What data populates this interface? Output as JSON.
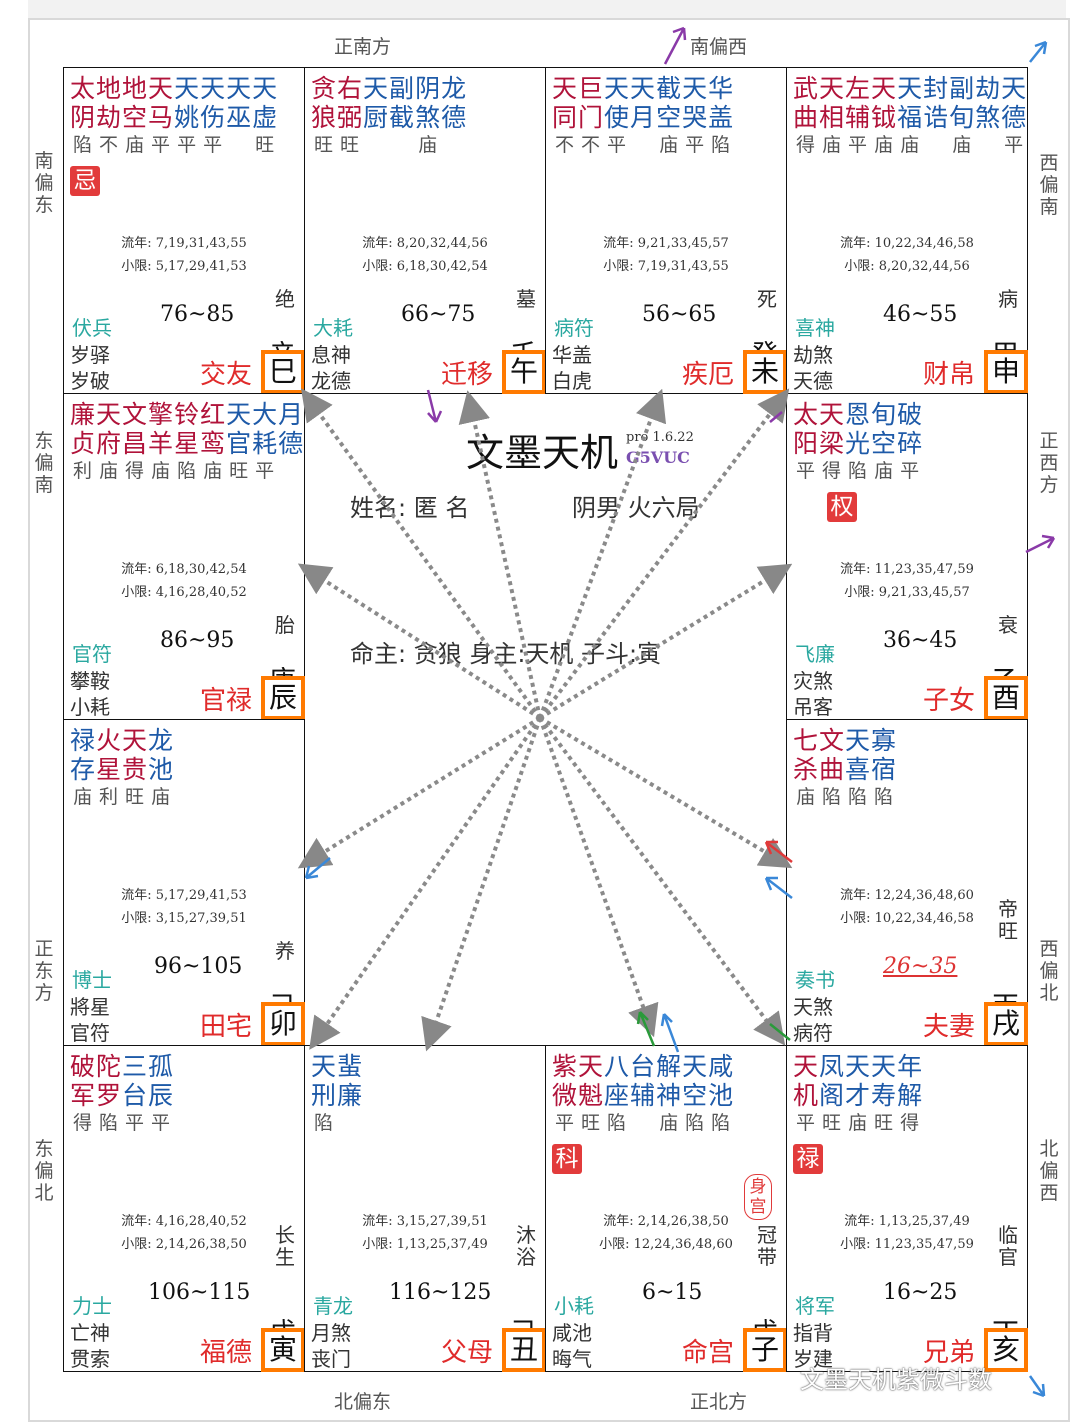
{
  "center": {
    "title": "文墨天机",
    "version": "pro 1.6.22",
    "code": "G5VUC",
    "name_line": "姓名: 匿 名",
    "gender_line": "阴男 火六局",
    "lord_line": "命主: 贪狼 身主:天机 子斗:寅"
  },
  "directions": {
    "top_left": "正南方",
    "top_right": "南偏西",
    "bottom_left": "北偏东",
    "bottom_right": "正北方",
    "left": [
      "南偏东",
      "东偏南",
      "正东方",
      "东偏北"
    ],
    "right": [
      "西偏南",
      "正西方",
      "西偏北",
      "北偏西"
    ]
  },
  "watermark": "文墨天机紫微斗数",
  "palaces": [
    {
      "id": "si",
      "stars": [
        {
          "n1": "太",
          "n2": "阴",
          "b": "陷",
          "c": "mag"
        },
        {
          "n1": "地",
          "n2": "劫",
          "b": "不",
          "c": "mag"
        },
        {
          "n1": "地",
          "n2": "空",
          "b": "庙",
          "c": "mag"
        },
        {
          "n1": "天",
          "n2": "马",
          "b": "平",
          "c": "mag"
        },
        {
          "n1": "天",
          "n2": "姚",
          "b": "平",
          "c": "blu"
        },
        {
          "n1": "天",
          "n2": "伤",
          "b": "平",
          "c": "blu"
        },
        {
          "n1": "天",
          "n2": "巫",
          "b": "",
          "c": "blu"
        },
        {
          "n1": "天",
          "n2": "虚",
          "b": "旺",
          "c": "blu"
        }
      ],
      "sihua": "忌",
      "liunian": "流年: 7,19,31,43,55",
      "xiaoxian": "小限: 5,17,29,41,53",
      "god1": "伏兵",
      "god2": "岁驿",
      "god3": "岁破",
      "range": "76~85",
      "stage": "绝",
      "stem": "辛",
      "branch": "巳",
      "palace": "交友"
    },
    {
      "id": "wu",
      "stars": [
        {
          "n1": "贪",
          "n2": "狼",
          "b": "旺",
          "c": "mag"
        },
        {
          "n1": "右",
          "n2": "弼",
          "b": "旺",
          "c": "mag"
        },
        {
          "n1": "天",
          "n2": "厨",
          "b": "",
          "c": "blu"
        },
        {
          "n1": "副",
          "n2": "截",
          "b": "",
          "c": "blu"
        },
        {
          "n1": "阴",
          "n2": "煞",
          "b": "庙",
          "c": "blu"
        },
        {
          "n1": "龙",
          "n2": "德",
          "b": "",
          "c": "blu"
        }
      ],
      "liunian": "流年: 8,20,32,44,56",
      "xiaoxian": "小限: 6,18,30,42,54",
      "god1": "大耗",
      "god2": "息神",
      "god3": "龙德",
      "range": "66~75",
      "stage": "墓",
      "stem": "壬",
      "branch": "午",
      "palace": "迁移"
    },
    {
      "id": "wei",
      "stars": [
        {
          "n1": "天",
          "n2": "同",
          "b": "不",
          "c": "mag"
        },
        {
          "n1": "巨",
          "n2": "门",
          "b": "不",
          "c": "mag"
        },
        {
          "n1": "天",
          "n2": "使",
          "b": "平",
          "c": "blu"
        },
        {
          "n1": "天",
          "n2": "月",
          "b": "",
          "c": "blu"
        },
        {
          "n1": "截",
          "n2": "空",
          "b": "庙",
          "c": "blu"
        },
        {
          "n1": "天",
          "n2": "哭",
          "b": "平",
          "c": "blu"
        },
        {
          "n1": "华",
          "n2": "盖",
          "b": "陷",
          "c": "blu"
        }
      ],
      "liunian": "流年: 9,21,33,45,57",
      "xiaoxian": "小限: 7,19,31,43,55",
      "god1": "病符",
      "god2": "华盖",
      "god3": "白虎",
      "range": "56~65",
      "stage": "死",
      "stem": "癸",
      "branch": "未",
      "palace": "疾厄"
    },
    {
      "id": "shen",
      "stars": [
        {
          "n1": "武",
          "n2": "曲",
          "b": "得",
          "c": "mag"
        },
        {
          "n1": "天",
          "n2": "相",
          "b": "庙",
          "c": "mag"
        },
        {
          "n1": "左",
          "n2": "辅",
          "b": "平",
          "c": "mag"
        },
        {
          "n1": "天",
          "n2": "钺",
          "b": "庙",
          "c": "mag"
        },
        {
          "n1": "天",
          "n2": "福",
          "b": "庙",
          "c": "blu"
        },
        {
          "n1": "封",
          "n2": "诰",
          "b": "",
          "c": "blu"
        },
        {
          "n1": "副",
          "n2": "旬",
          "b": "庙",
          "c": "blu"
        },
        {
          "n1": "劫",
          "n2": "煞",
          "b": "",
          "c": "blu"
        },
        {
          "n1": "天",
          "n2": "德",
          "b": "平",
          "c": "blu"
        }
      ],
      "liunian": "流年: 10,22,34,46,58",
      "xiaoxian": "小限: 8,20,32,44,56",
      "god1": "喜神",
      "god2": "劫煞",
      "god3": "天德",
      "range": "46~55",
      "stage": "病",
      "stem": "甲",
      "branch": "申",
      "palace": "财帛"
    },
    {
      "id": "chen",
      "stars": [
        {
          "n1": "廉",
          "n2": "贞",
          "b": "利",
          "c": "mag"
        },
        {
          "n1": "天",
          "n2": "府",
          "b": "庙",
          "c": "mag"
        },
        {
          "n1": "文",
          "n2": "昌",
          "b": "得",
          "c": "mag"
        },
        {
          "n1": "擎",
          "n2": "羊",
          "b": "庙",
          "c": "mag"
        },
        {
          "n1": "铃",
          "n2": "星",
          "b": "陷",
          "c": "mag"
        },
        {
          "n1": "红",
          "n2": "鸾",
          "b": "庙",
          "c": "mag"
        },
        {
          "n1": "天",
          "n2": "官",
          "b": "旺",
          "c": "blu"
        },
        {
          "n1": "大",
          "n2": "耗",
          "b": "平",
          "c": "blu"
        },
        {
          "n1": "月",
          "n2": "德",
          "b": "",
          "c": "blu"
        }
      ],
      "liunian": "流年: 6,18,30,42,54",
      "xiaoxian": "小限: 4,16,28,40,52",
      "god1": "官符",
      "god2": "攀鞍",
      "god3": "小耗",
      "range": "86~95",
      "stage": "胎",
      "stem": "庚",
      "branch": "辰",
      "palace": "官禄"
    },
    {
      "id": "you",
      "stars": [
        {
          "n1": "太",
          "n2": "阳",
          "b": "平",
          "c": "mag"
        },
        {
          "n1": "天",
          "n2": "梁",
          "b": "得",
          "c": "mag"
        },
        {
          "n1": "恩",
          "n2": "光",
          "b": "陷",
          "c": "blu"
        },
        {
          "n1": "旬",
          "n2": "空",
          "b": "庙",
          "c": "blu"
        },
        {
          "n1": "破",
          "n2": "碎",
          "b": "平",
          "c": "blu"
        }
      ],
      "sihua": "权",
      "liunian": "流年: 11,23,35,47,59",
      "xiaoxian": "小限: 9,21,33,45,57",
      "god1": "飞廉",
      "god2": "灾煞",
      "god3": "吊客",
      "range": "36~45",
      "stage": "衰",
      "stem": "乙",
      "branch": "酉",
      "palace": "子女"
    },
    {
      "id": "mao",
      "stars": [
        {
          "n1": "禄",
          "n2": "存",
          "b": "庙",
          "c": "blu"
        },
        {
          "n1": "火",
          "n2": "星",
          "b": "利",
          "c": "mag"
        },
        {
          "n1": "天",
          "n2": "贵",
          "b": "旺",
          "c": "mag"
        },
        {
          "n1": "龙",
          "n2": "池",
          "b": "庙",
          "c": "blu"
        }
      ],
      "liunian": "流年: 5,17,29,41,53",
      "xiaoxian": "小限: 3,15,27,39,51",
      "god1": "博士",
      "god2": "將星",
      "god3": "官符",
      "range": "96~105",
      "stage": "养",
      "stem": "己",
      "branch": "卯",
      "palace": "田宅"
    },
    {
      "id": "xu",
      "stars": [
        {
          "n1": "七",
          "n2": "杀",
          "b": "庙",
          "c": "mag"
        },
        {
          "n1": "文",
          "n2": "曲",
          "b": "陷",
          "c": "mag"
        },
        {
          "n1": "天",
          "n2": "喜",
          "b": "陷",
          "c": "blu"
        },
        {
          "n1": "寡",
          "n2": "宿",
          "b": "陷",
          "c": "blu"
        }
      ],
      "liunian": "流年: 12,24,36,48,60",
      "xiaoxian": "小限: 10,22,34,46,58",
      "god1": "奏书",
      "god2": "天煞",
      "god3": "病符",
      "range": "26~35",
      "stage": "帝旺",
      "stem": "丙",
      "branch": "戌",
      "palace": "夫妻"
    },
    {
      "id": "yin",
      "stars": [
        {
          "n1": "破",
          "n2": "军",
          "b": "得",
          "c": "mag"
        },
        {
          "n1": "陀",
          "n2": "罗",
          "b": "陷",
          "c": "mag"
        },
        {
          "n1": "三",
          "n2": "台",
          "b": "平",
          "c": "blu"
        },
        {
          "n1": "孤",
          "n2": "辰",
          "b": "平",
          "c": "blu"
        }
      ],
      "liunian": "流年: 4,16,28,40,52",
      "xiaoxian": "小限: 2,14,26,38,50",
      "god1": "力士",
      "god2": "亡神",
      "god3": "贯索",
      "range": "106~115",
      "stage": "长生",
      "stem": "戊",
      "branch": "寅",
      "palace": "福德"
    },
    {
      "id": "chou",
      "stars": [
        {
          "n1": "天",
          "n2": "刑",
          "b": "陷",
          "c": "blu"
        },
        {
          "n1": "蜚",
          "n2": "廉",
          "b": "",
          "c": "blu"
        }
      ],
      "liunian": "流年: 3,15,27,39,51",
      "xiaoxian": "小限: 1,13,25,37,49",
      "god1": "青龙",
      "god2": "月煞",
      "god3": "丧门",
      "range": "116~125",
      "stage": "沐浴",
      "stem": "己",
      "branch": "丑",
      "palace": "父母"
    },
    {
      "id": "zi",
      "stars": [
        {
          "n1": "紫",
          "n2": "微",
          "b": "平",
          "c": "mag"
        },
        {
          "n1": "天",
          "n2": "魁",
          "b": "旺",
          "c": "mag"
        },
        {
          "n1": "八",
          "n2": "座",
          "b": "陷",
          "c": "blu"
        },
        {
          "n1": "台",
          "n2": "辅",
          "b": "",
          "c": "blu"
        },
        {
          "n1": "解",
          "n2": "神",
          "b": "庙",
          "c": "blu"
        },
        {
          "n1": "天",
          "n2": "空",
          "b": "陷",
          "c": "blu"
        },
        {
          "n1": "咸",
          "n2": "池",
          "b": "陷",
          "c": "blu"
        }
      ],
      "sihua": "科",
      "bodytag": "身宫",
      "liunian": "流年: 2,14,26,38,50",
      "xiaoxian": "小限: 12,24,36,48,60",
      "god1": "小耗",
      "god2": "咸池",
      "god3": "晦气",
      "range": "6~15",
      "stage": "冠带",
      "stem": "戊",
      "branch": "子",
      "palace": "命宫"
    },
    {
      "id": "hai",
      "stars": [
        {
          "n1": "天",
          "n2": "机",
          "b": "平",
          "c": "mag"
        },
        {
          "n1": "凤",
          "n2": "阁",
          "b": "旺",
          "c": "blu"
        },
        {
          "n1": "天",
          "n2": "才",
          "b": "庙",
          "c": "blu"
        },
        {
          "n1": "天",
          "n2": "寿",
          "b": "旺",
          "c": "blu"
        },
        {
          "n1": "年",
          "n2": "解",
          "b": "得",
          "c": "blu"
        }
      ],
      "sihua": "禄",
      "liunian": "流年: 1,13,25,37,49",
      "xiaoxian": "小限: 11,23,35,47,59",
      "god1": "将军",
      "god2": "指背",
      "god3": "岁建",
      "range": "16~25",
      "stage": "临官",
      "stem": "丁",
      "branch": "亥",
      "palace": "兄弟"
    }
  ],
  "colors": {
    "magenta": "#b0133a",
    "blue": "#1e5aa8",
    "god": "#2aa8a0",
    "palace": "#e02b2b",
    "branch_border": "#ff7a00",
    "arrow": "#888888"
  }
}
